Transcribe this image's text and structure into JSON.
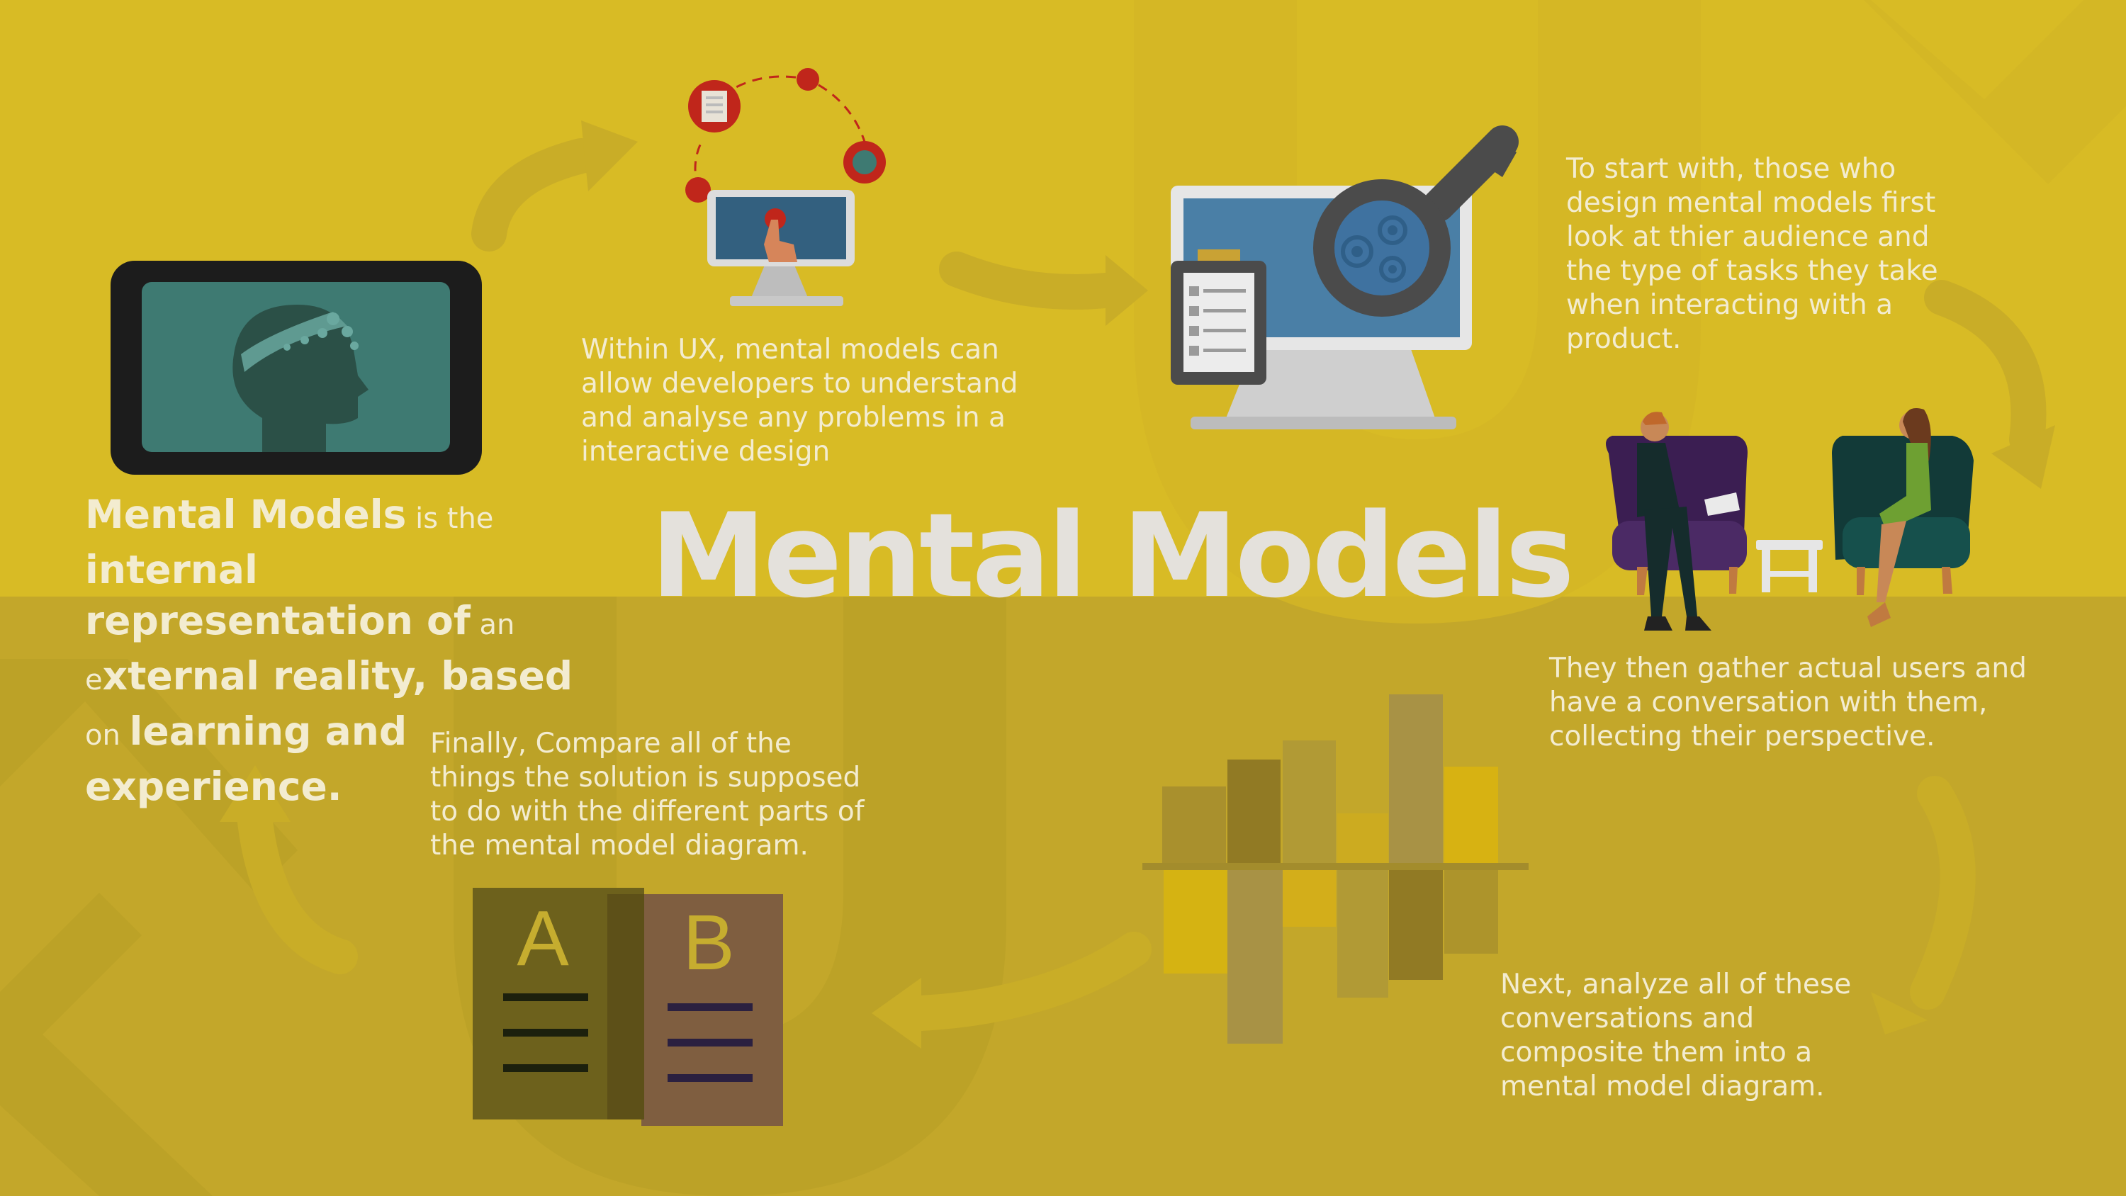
{
  "title": "Mental Models",
  "definition": {
    "p1": "Mental Models",
    "p2": " is the ",
    "p3": "internal representation of",
    "p4": " an e",
    "p5": "xternal reality, based",
    "p6": " on ",
    "p7": "learning and experience."
  },
  "steps": {
    "within_ux": "Within UX, mental models can\nallow developers to understand\nand analyse any problems in a\ninteractive design",
    "start_with": "To start with, those who\ndesign mental models first\nlook at thier audience and\nthe type of tasks they take\nwhen interacting with a\nproduct.",
    "gather": "They then gather actual users and\nhave a conversation with them,\ncollecting their perspective.",
    "analyze": "Next, analyze all of these\nconversations and\ncomposite them into a\nmental model diagram.",
    "compare": "Finally, Compare all of the\nthings the solution is supposed\nto do with the different parts of\nthe mental model diagram."
  },
  "docs": {
    "a": "A",
    "b": "B"
  },
  "colors": {
    "background_top": "#d8bb25",
    "background_bottom": "#c3a72a",
    "text": "#f3ecd0",
    "title": "#e4e1dc",
    "accent_red": "#c0261b",
    "monitor_screen": "#4a7fa6"
  },
  "icons": [
    "head-gears-icon",
    "touch-screen-icon",
    "magnifier-gears-icon",
    "conversation-icon",
    "bar-diagram-icon",
    "document-ab-icon"
  ]
}
